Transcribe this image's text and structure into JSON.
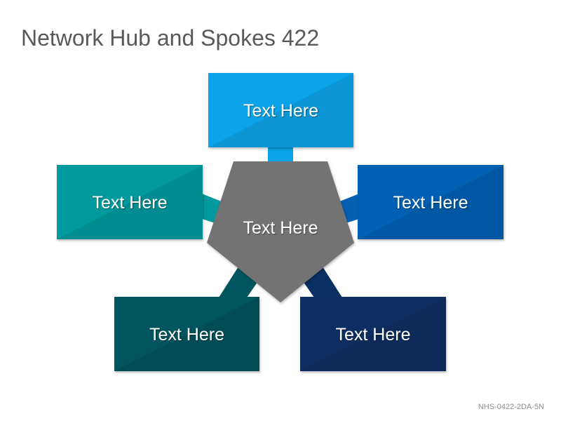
{
  "title": "Network Hub and Spokes 422",
  "code": "NHS-0422-2DA-5N",
  "hub": {
    "label": "Text Here",
    "color": "#737373"
  },
  "spokes": [
    {
      "id": "top",
      "label": "Text Here",
      "color": "#0aa3e8"
    },
    {
      "id": "left",
      "label": "Text Here",
      "color": "#009a9e"
    },
    {
      "id": "right",
      "label": "Text Here",
      "color": "#0560b4"
    },
    {
      "id": "bottom-left",
      "label": "Text Here",
      "color": "#00555e"
    },
    {
      "id": "bottom-right",
      "label": "Text Here",
      "color": "#0a2f62"
    }
  ]
}
